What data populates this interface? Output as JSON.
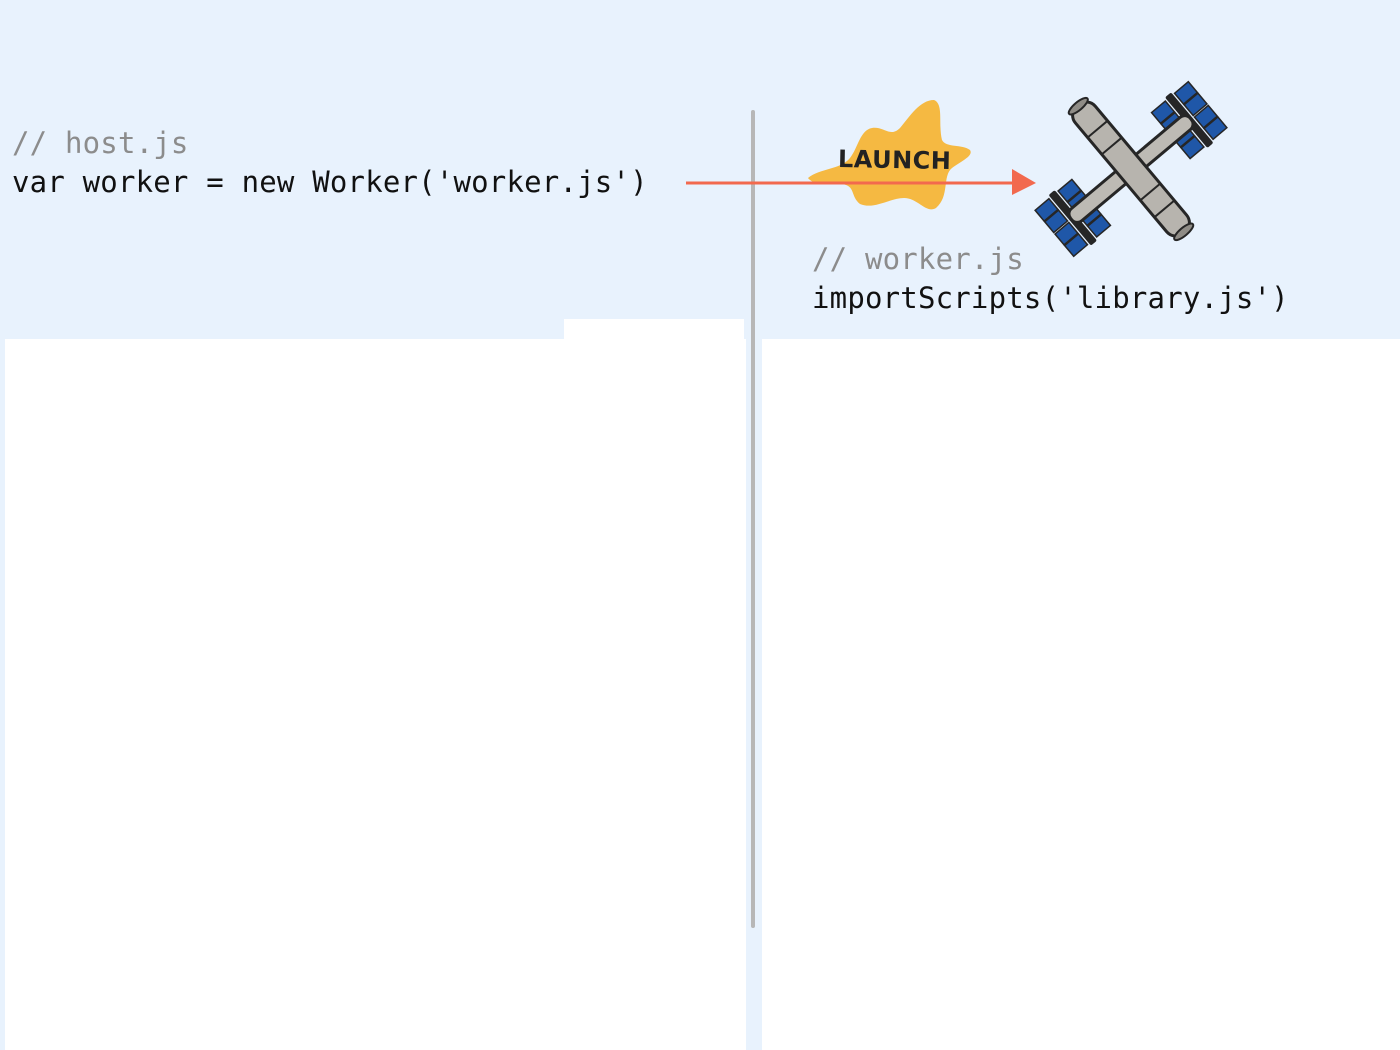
{
  "host": {
    "comment": "// host.js",
    "code": "var worker = new Worker('worker.js')"
  },
  "worker": {
    "comment": "// worker.js",
    "code": "importScripts('library.js')"
  },
  "launch": {
    "label": "LAUNCH"
  },
  "colors": {
    "background": "#e8f2fd",
    "arrow": "#f2694e",
    "splash": "#f5b942",
    "panel": "#1f57a8",
    "divider": "#b7b7b7"
  },
  "icons": {
    "splash": "launch-splash-icon",
    "satellite": "satellite-icon"
  }
}
